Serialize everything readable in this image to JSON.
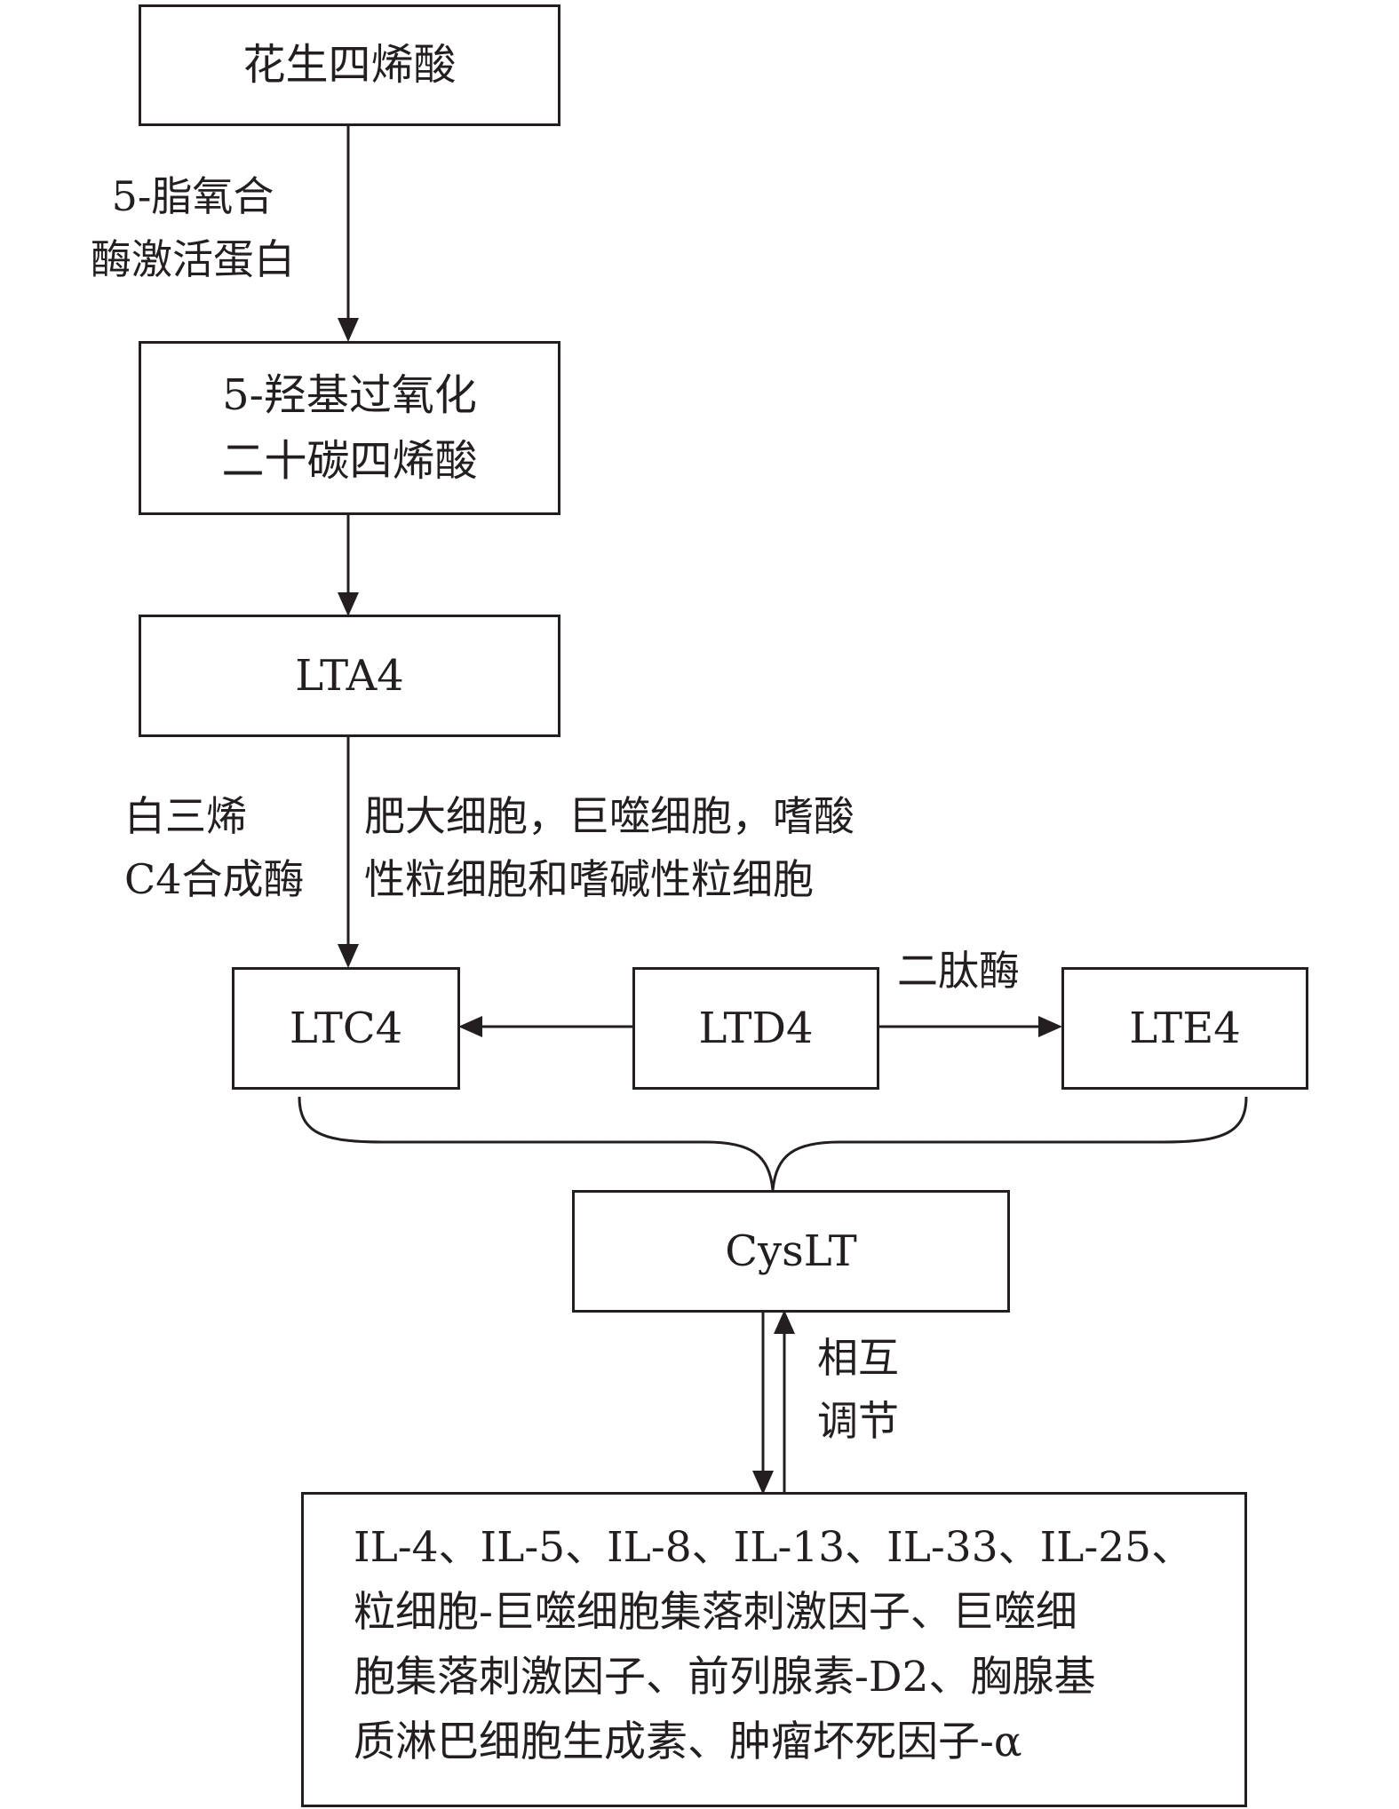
{
  "nodes": {
    "arachidonic_acid": "花生四烯酸",
    "hpete": [
      "5-羟基过氧化",
      "二十碳四烯酸"
    ],
    "lta4": "LTA4",
    "ltc4": "LTC4",
    "ltd4": "LTD4",
    "lte4": "LTE4",
    "cyslt": "CysLT",
    "cytokines": [
      "IL-4、IL-5、IL-8、IL-13、IL-33、IL-25、",
      "粒细胞-巨噬细胞集落刺激因子、巨噬细",
      "胞集落刺激因子、前列腺素-D2、胸腺基",
      "质淋巴细胞生成素、肿瘤坏死因子-α"
    ]
  },
  "edge_labels": {
    "flap": [
      "5-脂氧合",
      "酶激活蛋白"
    ],
    "ltc4_synthase": [
      "白三烯",
      "C4合成酶"
    ],
    "cell_types": [
      "肥大细胞，巨噬细胞，嗜酸",
      "性粒细胞和嗜碱性粒细胞"
    ],
    "dipeptidase": "二肽酶",
    "mutual_regulation": [
      "相互",
      "调节"
    ]
  },
  "colors": {
    "stroke": "#231f20",
    "background": "#ffffff"
  }
}
